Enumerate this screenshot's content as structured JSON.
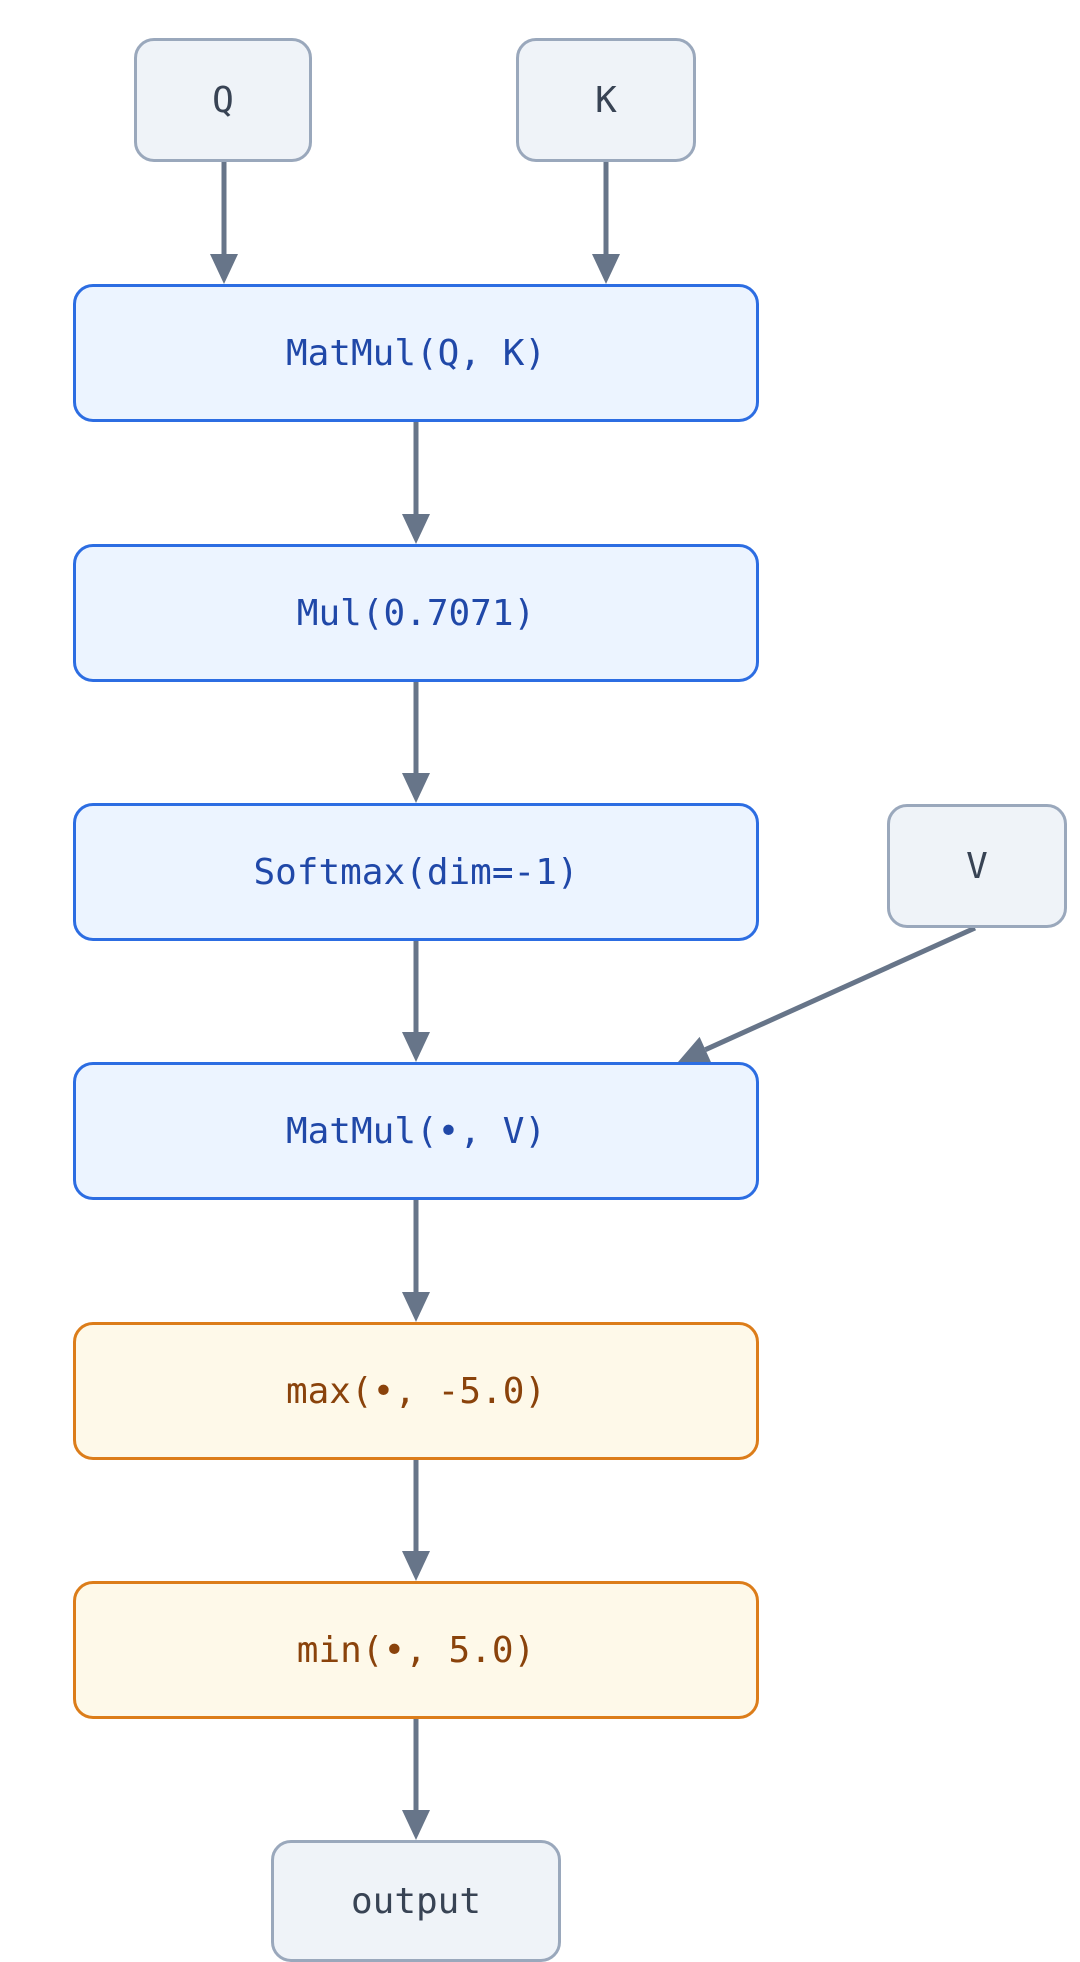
{
  "colors": {
    "edge": "#677589",
    "io_fill": "#eff3f8",
    "io_border": "#9aa8bc",
    "op_fill": "#ecf4ff",
    "op_border": "#2c6de2",
    "clamp_fill": "#fef9e9",
    "clamp_border": "#dc7d1a"
  },
  "nodes": {
    "q": "Q",
    "k": "K",
    "v": "V",
    "matmul_qk": "MatMul(Q, K)",
    "mul": "Mul(0.7071)",
    "softmax": "Softmax(dim=-1)",
    "matmul_v": "MatMul(•, V)",
    "max": "max(•, -5.0)",
    "min": "min(•, 5.0)",
    "output": "output"
  },
  "edges": [
    [
      "q",
      "matmul_qk"
    ],
    [
      "k",
      "matmul_qk"
    ],
    [
      "matmul_qk",
      "mul"
    ],
    [
      "mul",
      "softmax"
    ],
    [
      "softmax",
      "matmul_v"
    ],
    [
      "v",
      "matmul_v"
    ],
    [
      "matmul_v",
      "max"
    ],
    [
      "max",
      "min"
    ],
    [
      "min",
      "output"
    ]
  ]
}
